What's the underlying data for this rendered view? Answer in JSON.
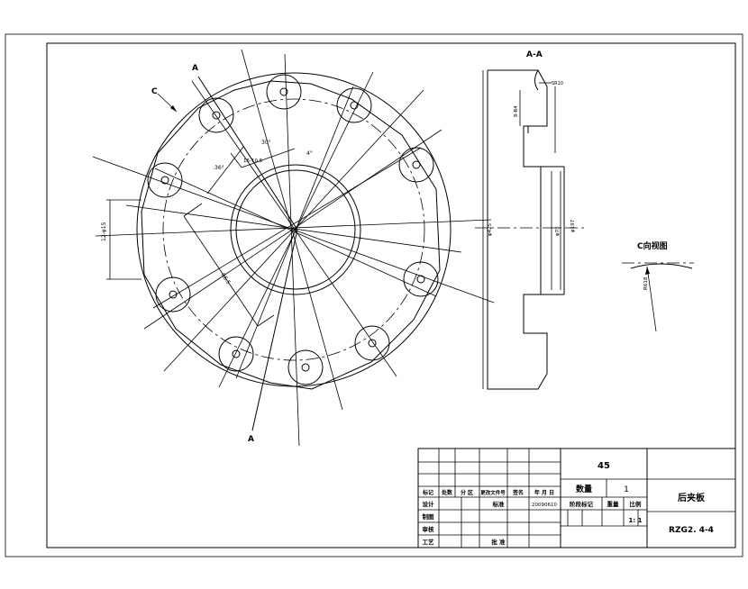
{
  "labels": {
    "section_a_top": "A",
    "section_a_bottom": "A",
    "view_c": "C",
    "section_title": "A-A",
    "c_view_title": "C向视图"
  },
  "title_block": {
    "material": "45",
    "quantity_label": "数量",
    "quantity_value": "1",
    "part_name": "后夹板",
    "drawing_no": "RZG2. 4-4",
    "stage_mark_label": "阶段标记",
    "weight_label": "重量",
    "scale_label": "比例",
    "scale_value": "1: 1",
    "header_cells": [
      "标记",
      "处数",
      "分 区",
      "更改文件号",
      "签名",
      "年 月 日"
    ],
    "design_label": "设计",
    "standardize_label": "标准",
    "date_value": "20090610",
    "draw_label": "制图",
    "check_label": "审核",
    "process_label": "工艺",
    "approve_label": "批 准"
  }
}
